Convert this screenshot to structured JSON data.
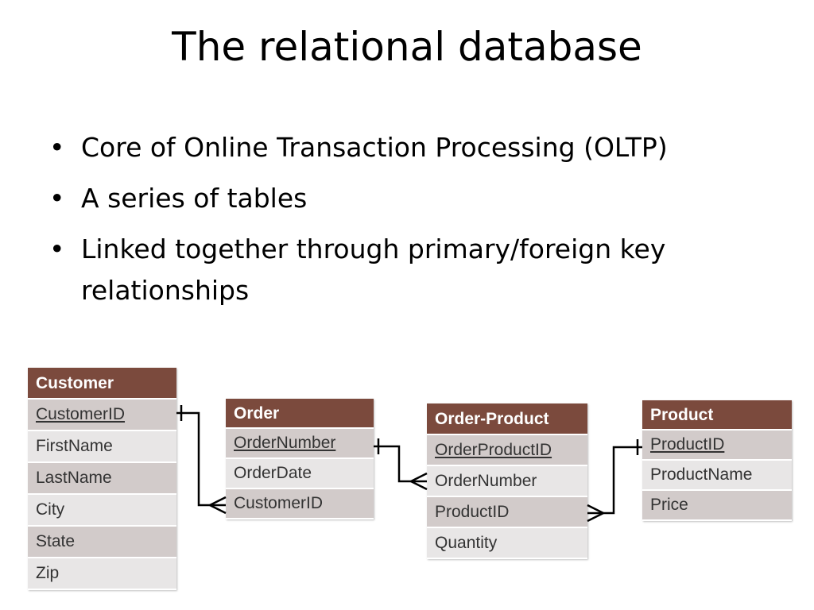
{
  "slide": {
    "title": "The relational database",
    "bullets": [
      "Core of Online Transaction Processing (OLTP)",
      "A series of tables",
      "Linked together through primary/foreign key relationships"
    ]
  },
  "tables": {
    "customer": {
      "name": "Customer",
      "fields": [
        "CustomerID",
        "FirstName",
        "LastName",
        "City",
        "State",
        "Zip"
      ]
    },
    "order": {
      "name": "Order",
      "fields": [
        "OrderNumber",
        "OrderDate",
        "CustomerID"
      ]
    },
    "order_product": {
      "name": "Order-Product",
      "fields": [
        "OrderProductID",
        "OrderNumber",
        "ProductID",
        "Quantity"
      ]
    },
    "product": {
      "name": "Product",
      "fields": [
        "ProductID",
        "ProductName",
        "Price"
      ]
    }
  },
  "colors": {
    "header": "#7b4a3d",
    "row_dark": "#d2cbca",
    "row_light": "#e8e6e6"
  }
}
